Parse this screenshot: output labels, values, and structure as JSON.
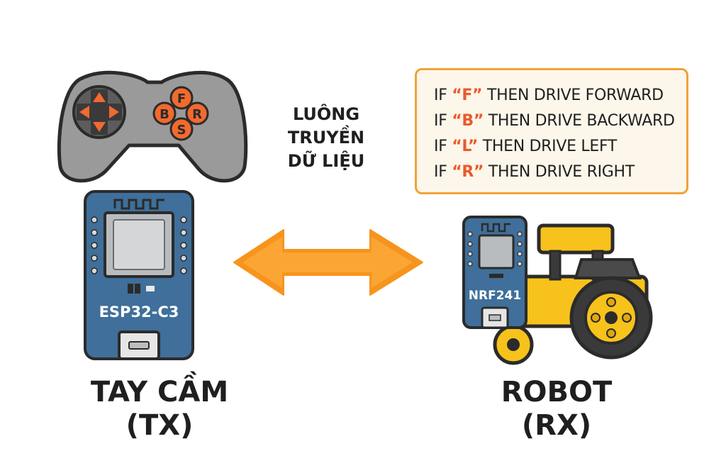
{
  "transmitter": {
    "caption_line1": "TAY CẦM",
    "caption_line2": "(TX)",
    "board_label": "ESP32-C3",
    "gamepad_buttons": {
      "top": "F",
      "left": "B",
      "right": "R",
      "bottom": "S"
    }
  },
  "link": {
    "label_lines": [
      "LUÔNG",
      "TRUYỀN",
      "DỮ LIỆU"
    ],
    "arrow_color": "#f7941d"
  },
  "receiver": {
    "caption_line1": "ROBOT",
    "caption_line2": "(RX)",
    "board_label": "NRF241"
  },
  "rules": [
    {
      "prefix": "IF ",
      "key": "“F”",
      "action": " THEN DRIVE FORWARD"
    },
    {
      "prefix": "IF ",
      "key": "“B”",
      "action": " THEN DRIVE BACKWARD"
    },
    {
      "prefix": "IF ",
      "key": "“L”",
      "action": " THEN DRIVE LEFT"
    },
    {
      "prefix": "IF ",
      "key": "“R”",
      "action": " THEN DRIVE RIGHT"
    }
  ],
  "colors": {
    "accent_orange": "#f26a2e",
    "board_blue": "#3f6f9a",
    "robot_yellow": "#f7c21b",
    "gamepad_gray": "#9a9a9a",
    "rules_border": "#f0a23a"
  },
  "icons": [
    "gamepad-icon",
    "esp32-board-icon",
    "nrf-board-icon",
    "robot-car-icon",
    "double-arrow-icon"
  ]
}
